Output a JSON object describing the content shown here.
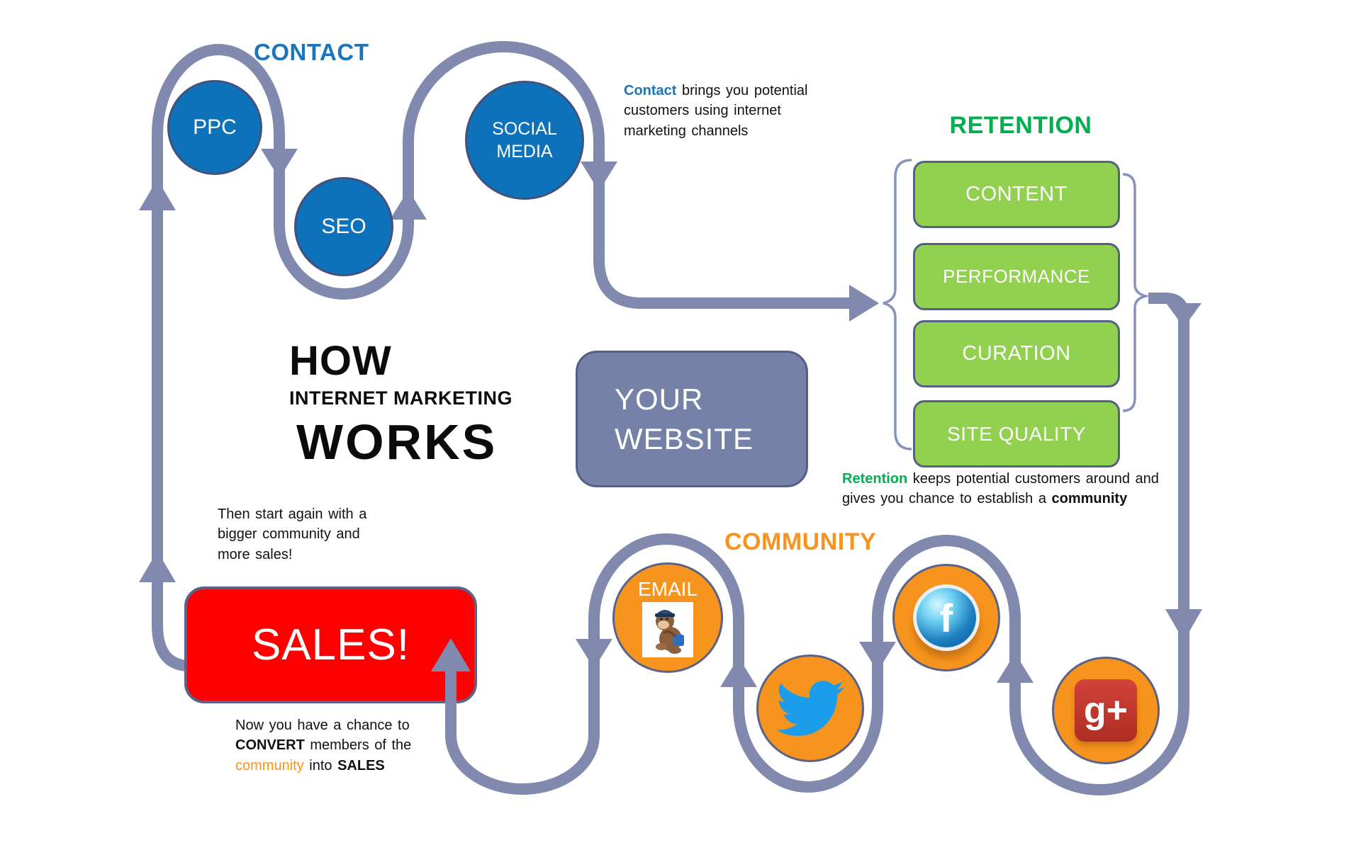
{
  "title": {
    "line1": "HOW",
    "line2": "INTERNET MARKETING",
    "line3": "WORKS"
  },
  "contact": {
    "label": "CONTACT",
    "nodes": [
      "PPC",
      "SEO",
      "SOCIAL MEDIA"
    ],
    "description": {
      "lead": "Contact",
      "rest": " brings you potential customers using internet marketing channels"
    }
  },
  "retention": {
    "label": "RETENTION",
    "boxes": [
      "CONTENT",
      "PERFORMANCE",
      "CURATION",
      "SITE QUALITY"
    ],
    "description": {
      "lead": "Retention",
      "mid": " keeps potential customers around and gives you chance to establish a ",
      "bold_word": "community"
    }
  },
  "website_box": {
    "line1": "YOUR",
    "line2": "WEBSITE"
  },
  "community": {
    "label": "COMMUNITY",
    "email_label": "EMAIL",
    "icons": [
      "mailchimp-monkey",
      "twitter-bird",
      "facebook-sphere",
      "google-plus-tile"
    ],
    "facebook_glyph": "f",
    "gplus_glyph": "g+"
  },
  "sales": {
    "label": "SALES!",
    "convert_text": {
      "t1": "Now you have a chance to ",
      "b1": "CONVERT",
      "t2": " members of the ",
      "o1": "community",
      "t3": " into ",
      "b2": "SALES"
    },
    "restart_text": "Then start again with a bigger community and more sales!"
  },
  "colors": {
    "flow_path": "#8189AE",
    "contact_blue": "#0E72BB",
    "heading_blue": "#1B75BC",
    "retention_green": "#00B050",
    "box_green": "#92D050",
    "community_orange": "#F7941E",
    "sales_red": "#FE0000",
    "website_slate": "#7681A8",
    "border_slate": "#566086"
  }
}
